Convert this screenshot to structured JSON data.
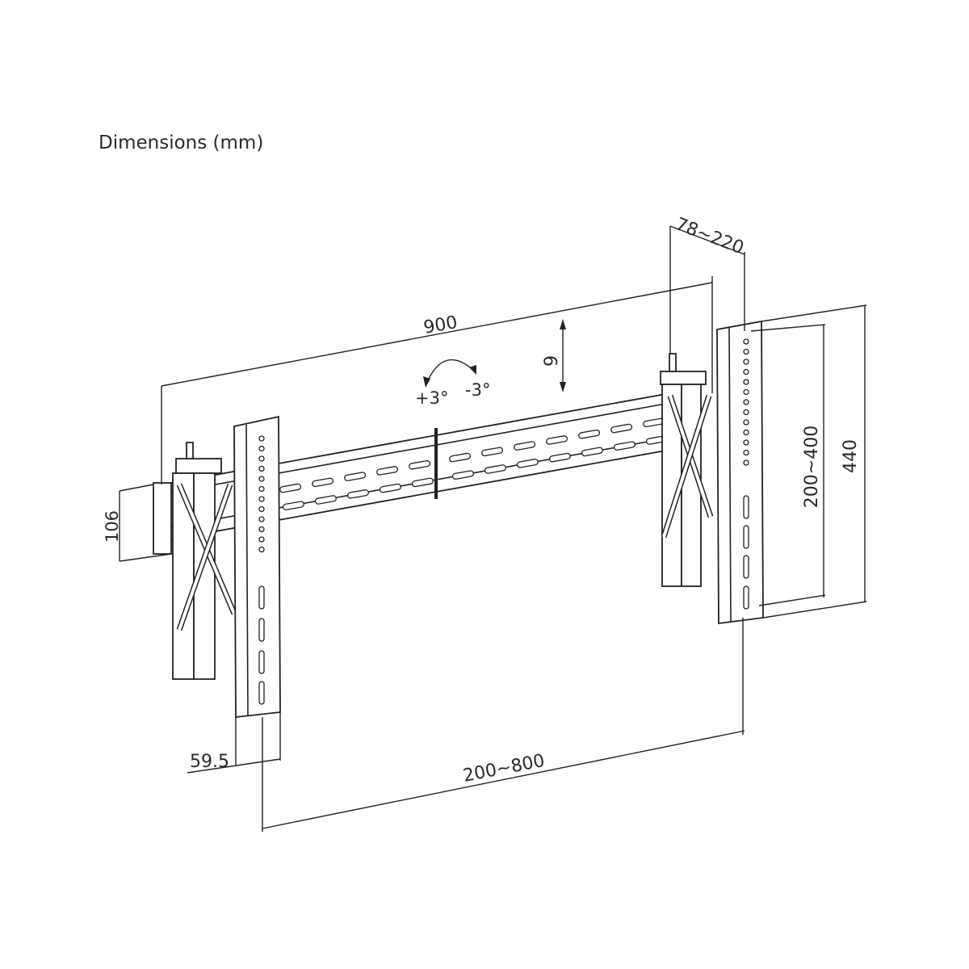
{
  "title": "Dimensions (mm)",
  "dimensions": {
    "arm_depth": "78~220",
    "rail_width": "900",
    "rail_offset": "9",
    "tilt_up": "+3°",
    "tilt_down": "-3°",
    "rail_height": "106",
    "vertical_adjust": "200~400",
    "bracket_height": "440",
    "bracket_width": "59.5",
    "horizontal_adjust": "200~800"
  }
}
